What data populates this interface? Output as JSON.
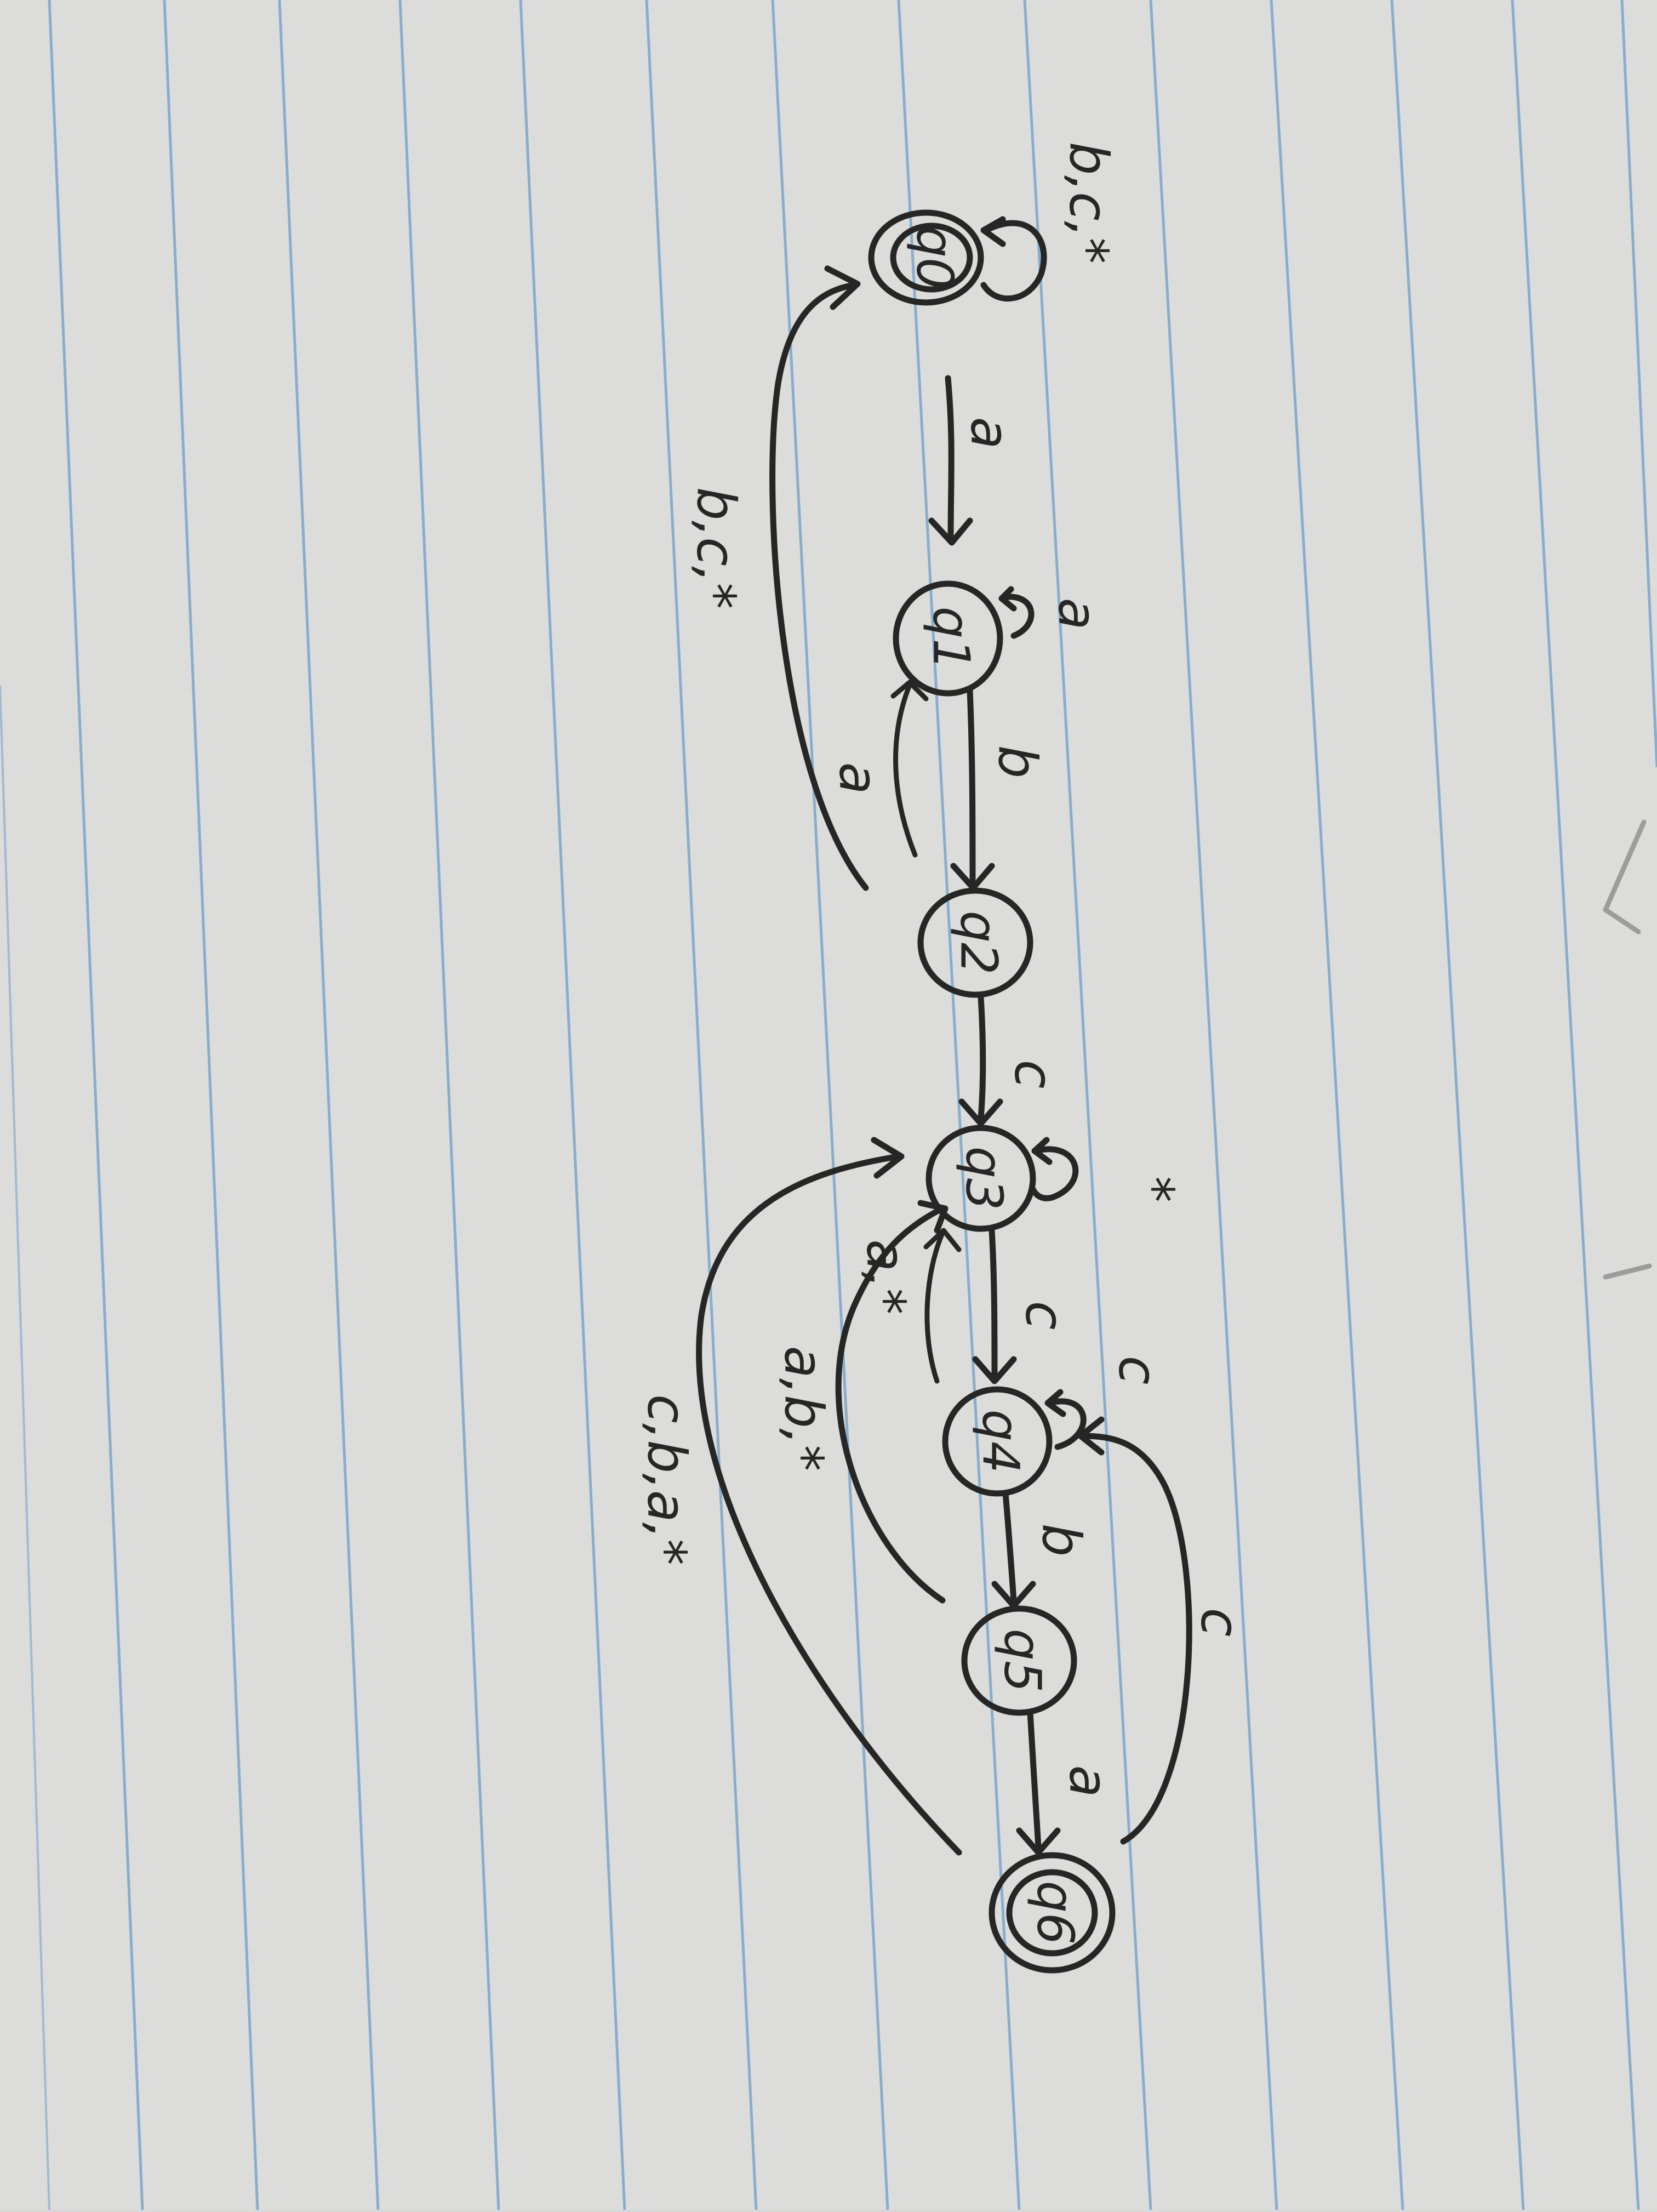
{
  "diagram": {
    "states": [
      {
        "id": "q0",
        "label": "q0",
        "accepting": true
      },
      {
        "id": "q1",
        "label": "q1",
        "accepting": false
      },
      {
        "id": "q2",
        "label": "q2",
        "accepting": false
      },
      {
        "id": "q3",
        "label": "q3",
        "accepting": false
      },
      {
        "id": "q4",
        "label": "q4",
        "accepting": false
      },
      {
        "id": "q5",
        "label": "q5",
        "accepting": false
      },
      {
        "id": "q6",
        "label": "q6",
        "accepting": true
      }
    ],
    "edge_labels": {
      "q0_loop": "b,c,*",
      "q0_q1": "a",
      "q1_loop": "a",
      "q1_q2": "b",
      "q2_q1": "a",
      "q2_q0": "b,c,*",
      "q2_q3": "c",
      "q3_loop": "*",
      "q3_q4": "c",
      "q4_q3": "a,*",
      "q4_loop": "c",
      "q4_q5": "b",
      "q5_q3": "a,b,*",
      "q5_q6": "a",
      "q6_q4": "c",
      "q6_q3": "c,b,a,*"
    }
  }
}
